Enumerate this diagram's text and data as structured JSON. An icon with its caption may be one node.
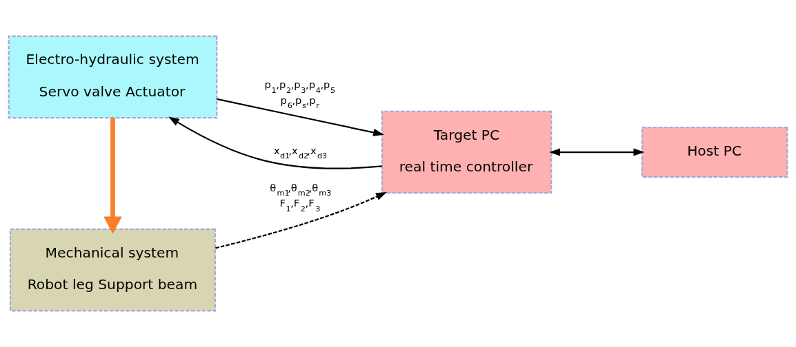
{
  "diagram": {
    "nodes": [
      {
        "text": [
          "Electro-hydraulic system",
          "Servo valve Actuator"
        ]
      },
      {
        "text": [
          "Mechanical system",
          "Robot leg Support beam"
        ]
      },
      {
        "text": [
          "Target PC",
          "real time controller"
        ]
      },
      {
        "text": [
          "Host PC"
        ]
      }
    ],
    "edges": [
      {
        "from": 2,
        "to": 0,
        "arrow": "to",
        "label": "x$_{d1}$,x$_{d2}$,x$_{d3}$"
      },
      {
        "from": 0,
        "to": 2,
        "arrow": "to",
        "label": "p$_{1}$,p$_{2}$,p$_{3}$,p$_{4}$,p$_{5}$ p$_{6}$,p$_{s}$,p$_{r}$"
      },
      {
        "from": 0,
        "to": 1,
        "arrow": "to",
        "style": "thick",
        "color": "#f77f2a"
      },
      {
        "from": 1,
        "to": 2,
        "arrow": "to",
        "style": "dashed",
        "label": "θ$_{m1}$,θ$_{m2}$,θ$_{m3}$ F$_{1}$,F$_{2}$,F$_{3}$"
      },
      {
        "from": 2,
        "to": 3,
        "arrow": "both"
      }
    ]
  }
}
